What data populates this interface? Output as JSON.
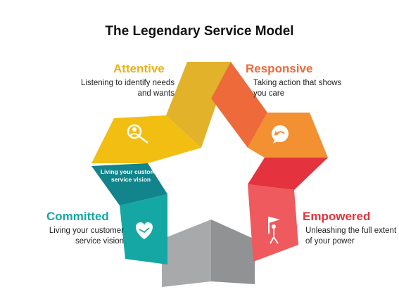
{
  "title": "The Legendary Service Model",
  "segments": {
    "attentive": {
      "title": "Attentive",
      "description": "Listening to identify needs and wants",
      "color": "#F3BE12",
      "icon": "magnifier-person-icon"
    },
    "responsive": {
      "title": "Responsive",
      "description": "Taking action that shows you care",
      "color": "#EE6A3A",
      "icon": "chat-arrow-icon"
    },
    "empowered": {
      "title": "Empowered",
      "description": "Unleashing the full extent of your power",
      "color": "#E4333E",
      "icon": "flag-person-icon"
    },
    "committed": {
      "title": "Committed",
      "description": "Living your customer service vision",
      "color": "#15A7A3",
      "icon": "heart-handshake-icon"
    },
    "band_label": "Living your customer service vision",
    "bottom_color": "#A8A9AB"
  }
}
